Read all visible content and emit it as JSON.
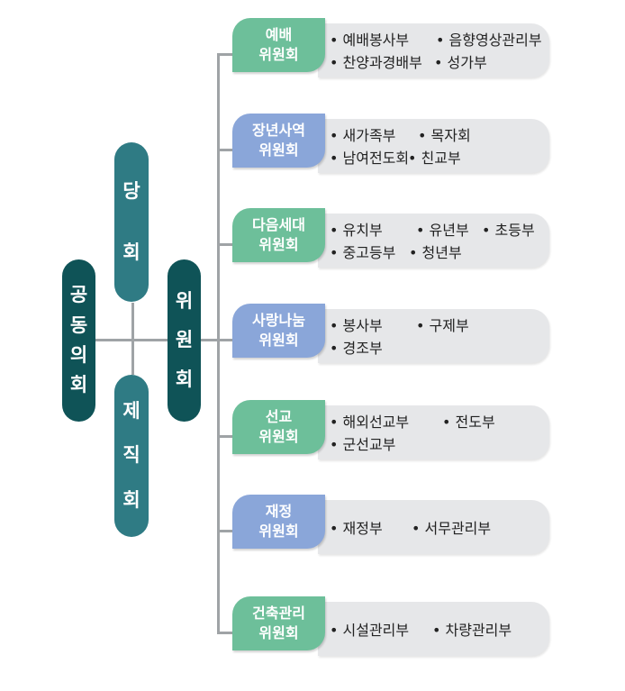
{
  "left_group": {
    "joint_council": "공동의회",
    "party_council": "당회",
    "officer_council": "제직회",
    "committee": "위원회"
  },
  "committees": [
    {
      "color": "#6dbf9a",
      "label_line1": "예배",
      "label_line2": "위원회",
      "lines": [
        [
          "• 예배봉사부",
          "• 음향영상관리부"
        ],
        [
          "• 찬양과경배부",
          "• 성가부"
        ]
      ]
    },
    {
      "color": "#8aa6d9",
      "label_line1": "장년사역",
      "label_line2": "위원회",
      "lines": [
        [
          "• 새가족부",
          "• 목자회"
        ],
        [
          "• 남여전도회",
          "• 친교부"
        ]
      ]
    },
    {
      "color": "#6dbf9a",
      "label_line1": "다음세대",
      "label_line2": "위원회",
      "lines": [
        [
          "• 유치부",
          "• 유년부",
          "• 초등부"
        ],
        [
          "• 중고등부",
          "• 청년부"
        ]
      ]
    },
    {
      "color": "#8aa6d9",
      "label_line1": "사랑나눔",
      "label_line2": "위원회",
      "lines": [
        [
          "• 봉사부",
          "• 구제부"
        ],
        [
          "• 경조부"
        ]
      ]
    },
    {
      "color": "#6dbf9a",
      "label_line1": "선교",
      "label_line2": "위원회",
      "lines": [
        [
          "• 해외선교부",
          "• 전도부"
        ],
        [
          "• 군선교부"
        ]
      ]
    },
    {
      "color": "#8aa6d9",
      "label_line1": "재정",
      "label_line2": "위원회",
      "lines": [
        [
          "• 재정부",
          "• 서무관리부"
        ]
      ]
    },
    {
      "color": "#6dbf9a",
      "label_line1": "건축관리",
      "label_line2": "위원회",
      "lines": [
        [
          "• 시설관리부",
          "• 차량관리부"
        ]
      ]
    }
  ]
}
